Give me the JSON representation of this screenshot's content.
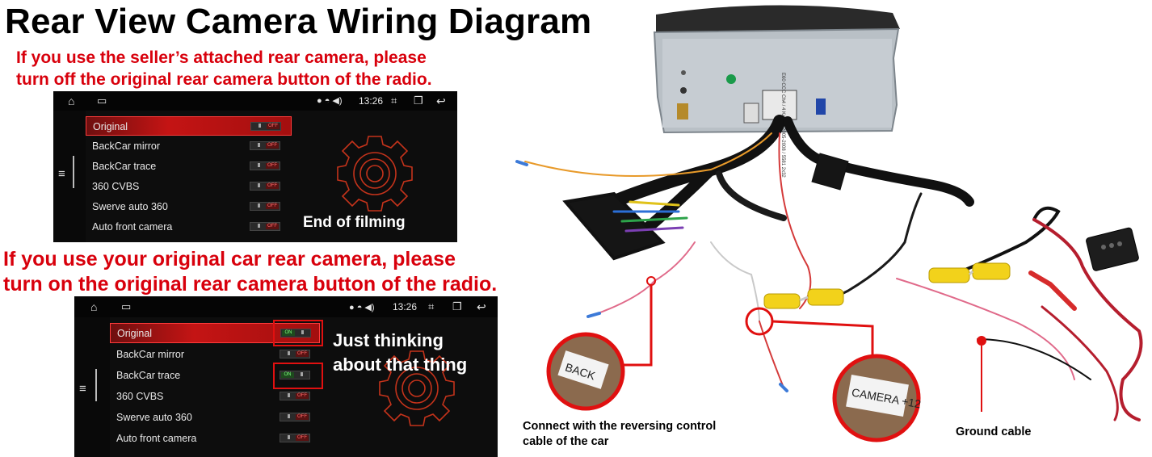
{
  "title": "Rear View Camera Wiring Diagram",
  "notes": {
    "seller_camera": [
      "If you use the seller’s attached rear camera, please",
      "turn off the original rear camera button of the radio."
    ],
    "original_camera": [
      "If you use your original car rear camera, please",
      "turn on the original rear camera button of the radio."
    ]
  },
  "screen_top": {
    "time": "13:26",
    "overlay": "End of filming",
    "items": [
      {
        "label": "Original",
        "toggle": "OFF",
        "selected": true
      },
      {
        "label": "BackCar mirror",
        "toggle": "OFF"
      },
      {
        "label": "BackCar trace",
        "toggle": "OFF"
      },
      {
        "label": "360 CVBS",
        "toggle": "OFF"
      },
      {
        "label": "Swerve auto 360",
        "toggle": "OFF"
      },
      {
        "label": "Auto front camera",
        "toggle": "OFF"
      }
    ]
  },
  "screen_bottom": {
    "time": "13:26",
    "overlay": [
      "Just thinking",
      "about that thing"
    ],
    "items": [
      {
        "label": "Original",
        "toggle": "ON",
        "selected": true
      },
      {
        "label": "BackCar mirror",
        "toggle": "OFF"
      },
      {
        "label": "BackCar trace",
        "toggle": "ON"
      },
      {
        "label": "360 CVBS",
        "toggle": "OFF"
      },
      {
        "label": "Swerve auto 360",
        "toggle": "OFF"
      },
      {
        "label": "Auto front camera",
        "toggle": "OFF"
      }
    ]
  },
  "wiring": {
    "back_tag": "BACK",
    "camera_tag": "CAMERA +12",
    "back_caption": [
      "Connect with the reversing control",
      "cable of the car"
    ],
    "ground_caption": "Ground cable",
    "unit_label": "E60 CCC Ch4 / 4 Kabels 2005-2008 / 5581 2x32",
    "toggle_knob": "III"
  },
  "colors": {
    "accent_red": "#d8000c",
    "selected_row": "#c41414",
    "connector_yellow": "#f2d21b"
  }
}
